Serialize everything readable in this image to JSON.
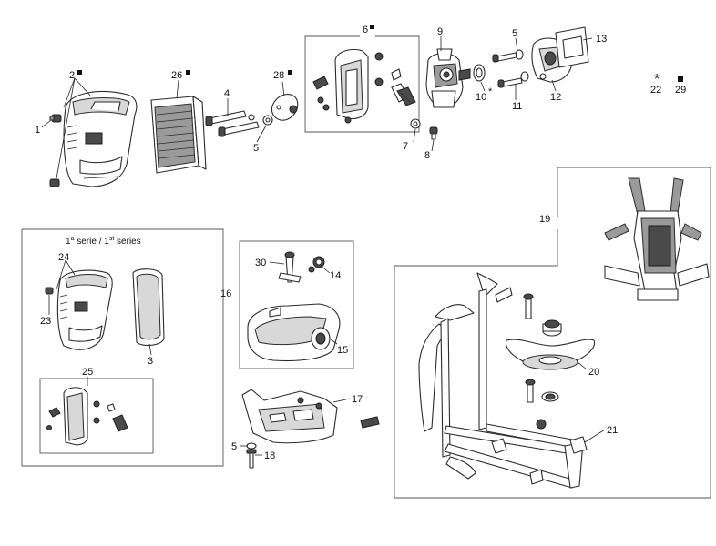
{
  "callouts": {
    "c1": "1",
    "c2": "2",
    "c3": "3",
    "c4": "4",
    "c5a": "5",
    "c5b": "5",
    "c5c": "5",
    "c6": "6",
    "c7": "7",
    "c8": "8",
    "c9": "9",
    "c10": "10",
    "c11": "11",
    "c12": "12",
    "c13": "13",
    "c14": "14",
    "c15": "15",
    "c16": "16",
    "c17": "17",
    "c18": "18",
    "c19": "19",
    "c20": "20",
    "c21": "21",
    "c22": "22",
    "c23": "23",
    "c24": "24",
    "c25": "25",
    "c26": "26",
    "c28": "28",
    "c29": "29",
    "c30": "30"
  },
  "markers": {
    "asterisk": "*"
  },
  "first_series_box": {
    "title_a": "1",
    "title_a_sup": "a",
    "title_b": " serie / 1",
    "title_b_sup": "st",
    "title_c": " series"
  }
}
